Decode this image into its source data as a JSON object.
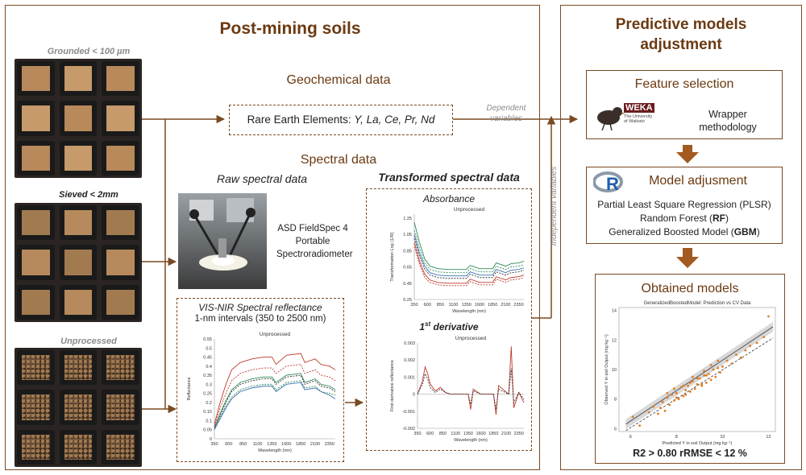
{
  "left_panel": {
    "title": "Post-mining soils",
    "photo_labels": {
      "grounded": "Grounded  < 100 µm",
      "sieved": "Sieved < 2mm",
      "unprocessed": "Unprocessed"
    },
    "geochem_title": "Geochemical data",
    "ree_label_prefix": "Rare Earth Elements: ",
    "ree_label_elements": "Y, La, Ce, Pr, Nd",
    "dependent_label": "Dependent variables",
    "independent_label": "Independent variables",
    "spectral_title": "Spectral data",
    "raw_title": "Raw spectral data",
    "transformed_title": "Transformed spectral data",
    "device_label": "ASD FieldSpec 4 Portable Spectroradiometer",
    "visnir_title": "VIS-NIR Spectral reflectance",
    "visnir_subtitle": "1-nm intervals (350 to 2500 nm)",
    "absorbance_title": "Absorbance",
    "derivative_title_sup": "1",
    "derivative_title_sup_suffix": "st",
    "derivative_title_rest": " derivative"
  },
  "right_panel": {
    "title": "Predictive models adjustment",
    "feature_title": "Feature selection",
    "weka_logo": "WEKA",
    "weka_sub": "The University of Waikato",
    "wrapper_label": "Wrapper methodology",
    "model_title": "Model adjusment",
    "r_logo": "R",
    "models": [
      {
        "text": "Partial Least Square Regression (PLSR)",
        "bold": ""
      },
      {
        "text": "Random Forest (",
        "bold": "RF",
        "after": ")"
      },
      {
        "text": "Generalized Boosted Model (",
        "bold": "GBM",
        "after": ")"
      }
    ],
    "obtained_title": "Obtained models",
    "metrics": "R2 > 0.80 rRMSE < 12 %"
  },
  "chart_data": [
    {
      "type": "line",
      "title": "Unprocessed",
      "xlabel": "Wavelength (nm)",
      "ylabel": "Reflectance",
      "x_ticks": [
        "350",
        "600",
        "850",
        "1100",
        "1350",
        "1600",
        "1850",
        "2100",
        "2350"
      ],
      "y_ticks": [
        "0",
        "0.05",
        "0.1",
        "0.15",
        "0.2",
        "0.25",
        "0.3",
        "0.35",
        "0.4",
        "0.45",
        "0.5",
        "0.55"
      ],
      "ylim": [
        0,
        0.55
      ],
      "x": [
        350,
        450,
        550,
        650,
        800,
        1000,
        1200,
        1350,
        1420,
        1600,
        1850,
        1920,
        2100,
        2200,
        2350,
        2450
      ],
      "series": [
        {
          "color": "#c0392b",
          "values": [
            0.08,
            0.2,
            0.3,
            0.38,
            0.42,
            0.44,
            0.45,
            0.45,
            0.41,
            0.46,
            0.47,
            0.42,
            0.44,
            0.41,
            0.4,
            0.38
          ]
        },
        {
          "color": "#c0392b",
          "values": [
            0.07,
            0.17,
            0.25,
            0.32,
            0.36,
            0.38,
            0.39,
            0.39,
            0.36,
            0.4,
            0.41,
            0.36,
            0.38,
            0.35,
            0.34,
            0.32
          ]
        },
        {
          "color": "#2e8b57",
          "values": [
            0.06,
            0.14,
            0.21,
            0.27,
            0.31,
            0.33,
            0.34,
            0.34,
            0.31,
            0.35,
            0.36,
            0.31,
            0.33,
            0.3,
            0.29,
            0.27
          ]
        },
        {
          "color": "#2e8b57",
          "values": [
            0.05,
            0.12,
            0.18,
            0.23,
            0.27,
            0.29,
            0.3,
            0.3,
            0.27,
            0.31,
            0.32,
            0.28,
            0.29,
            0.26,
            0.25,
            0.24
          ]
        },
        {
          "color": "#3a6fb0",
          "values": [
            0.05,
            0.11,
            0.17,
            0.22,
            0.26,
            0.28,
            0.29,
            0.29,
            0.26,
            0.3,
            0.31,
            0.27,
            0.28,
            0.26,
            0.24,
            0.22
          ]
        },
        {
          "color": "#333333",
          "values": [
            0.06,
            0.13,
            0.2,
            0.26,
            0.3,
            0.32,
            0.33,
            0.33,
            0.3,
            0.34,
            0.35,
            0.3,
            0.32,
            0.29,
            0.28,
            0.26
          ]
        }
      ]
    },
    {
      "type": "line",
      "title": "Unprocessed",
      "xlabel": "Wavelength (nm)",
      "ylabel": "Transformation Log (1/R)",
      "x_ticks": [
        "350",
        "600",
        "850",
        "1100",
        "1350",
        "1600",
        "1850",
        "2100",
        "2350"
      ],
      "y_ticks": [
        "0.25",
        "0.45",
        "0.65",
        "0.85",
        "1.05",
        "1.25"
      ],
      "ylim": [
        0.25,
        1.3
      ],
      "x": [
        350,
        450,
        550,
        650,
        800,
        1000,
        1200,
        1350,
        1420,
        1600,
        1850,
        1920,
        2100,
        2200,
        2350,
        2450
      ],
      "series": [
        {
          "color": "#2e8b57",
          "values": [
            1.2,
            0.95,
            0.75,
            0.66,
            0.63,
            0.62,
            0.62,
            0.62,
            0.67,
            0.63,
            0.63,
            0.7,
            0.66,
            0.69,
            0.7,
            0.72
          ]
        },
        {
          "color": "#2e8b57",
          "values": [
            1.1,
            0.88,
            0.7,
            0.62,
            0.59,
            0.58,
            0.58,
            0.58,
            0.63,
            0.59,
            0.59,
            0.66,
            0.62,
            0.65,
            0.66,
            0.68
          ]
        },
        {
          "color": "#3a6fb0",
          "values": [
            1.05,
            0.82,
            0.66,
            0.58,
            0.55,
            0.54,
            0.54,
            0.54,
            0.59,
            0.55,
            0.55,
            0.62,
            0.58,
            0.61,
            0.62,
            0.64
          ]
        },
        {
          "color": "#333333",
          "values": [
            1.0,
            0.78,
            0.62,
            0.55,
            0.52,
            0.51,
            0.51,
            0.51,
            0.56,
            0.52,
            0.52,
            0.59,
            0.55,
            0.58,
            0.59,
            0.61
          ]
        },
        {
          "color": "#c0392b",
          "values": [
            0.95,
            0.72,
            0.56,
            0.49,
            0.46,
            0.45,
            0.45,
            0.45,
            0.5,
            0.46,
            0.46,
            0.53,
            0.49,
            0.52,
            0.53,
            0.55
          ]
        },
        {
          "color": "#c0392b",
          "values": [
            0.9,
            0.68,
            0.52,
            0.46,
            0.43,
            0.42,
            0.42,
            0.42,
            0.47,
            0.43,
            0.43,
            0.5,
            0.46,
            0.49,
            0.5,
            0.52
          ]
        }
      ]
    },
    {
      "type": "line",
      "title": "Unprocessed",
      "xlabel": "Wavelength (nm)",
      "ylabel": "First derivative reflectance",
      "x_ticks": [
        "350",
        "600",
        "850",
        "1100",
        "1350",
        "1600",
        "1850",
        "2100",
        "2350"
      ],
      "y_ticks": [
        "-0.002",
        "-0.001",
        "0",
        "0.001",
        "0.002",
        "0.003"
      ],
      "ylim": [
        -0.002,
        0.003
      ],
      "x": [
        350,
        450,
        500,
        550,
        600,
        700,
        800,
        900,
        1000,
        1100,
        1350,
        1400,
        1450,
        1600,
        1850,
        1900,
        1950,
        2150,
        2200,
        2250,
        2350,
        2450
      ],
      "series": [
        {
          "color": "#c0392b",
          "values": [
            0.0,
            0.0008,
            0.0016,
            0.0012,
            0.0006,
            0.0002,
            0.0004,
            0.0001,
            0.0,
            0.0,
            0.0,
            -0.0009,
            0.0003,
            0.0,
            0.0,
            -0.0012,
            0.0005,
            0.0,
            0.0028,
            -0.0008,
            0.0001,
            -0.0005
          ]
        },
        {
          "color": "#333333",
          "values": [
            0.0,
            0.0006,
            0.0012,
            0.0009,
            0.0004,
            0.0001,
            0.0003,
            0.0001,
            0.0,
            0.0,
            0.0,
            -0.0006,
            0.0002,
            0.0,
            0.0,
            -0.0009,
            0.0003,
            0.0,
            0.0015,
            -0.0005,
            0.0001,
            -0.0003
          ]
        }
      ]
    },
    {
      "type": "scatter",
      "title": "GeneralizedBoostedModel: Prediction vs CV Data",
      "xlabel": "Predicted Y in soil Output (mg kg⁻¹)",
      "ylabel": "Observed Y in soil Output (mg kg⁻¹)",
      "x_ticks": [
        "6",
        "8",
        "10",
        "12"
      ],
      "y_ticks": [
        "6",
        "8",
        "10",
        "12",
        "14"
      ],
      "xlim": [
        5.5,
        12.3
      ],
      "ylim": [
        5.8,
        14.2
      ],
      "points_x": [
        6.1,
        6.4,
        6.8,
        7.0,
        7.2,
        7.4,
        7.5,
        7.6,
        7.7,
        7.8,
        7.9,
        8.0,
        8.1,
        8.2,
        8.3,
        8.4,
        8.5,
        8.6,
        8.7,
        8.8,
        8.9,
        9.0,
        9.1,
        9.2,
        9.3,
        9.4,
        9.5,
        9.6,
        9.7,
        9.8,
        9.9,
        10.0,
        10.2,
        10.4,
        10.6,
        10.8,
        11.0,
        11.2,
        11.5,
        11.8,
        12.0,
        7.3,
        7.9,
        8.3,
        8.7,
        9.1,
        9.5,
        8.0,
        8.6,
        9.2,
        9.8,
        7.6,
        8.4,
        8.9,
        9.3
      ],
      "points_y": [
        6.8,
        6.2,
        7.1,
        7.5,
        7.0,
        7.8,
        7.2,
        8.1,
        7.6,
        8.3,
        7.9,
        8.4,
        8.0,
        8.8,
        8.2,
        8.6,
        8.9,
        8.5,
        9.2,
        8.7,
        9.0,
        9.4,
        8.9,
        9.6,
        9.1,
        9.7,
        9.3,
        10.0,
        9.5,
        10.1,
        9.8,
        10.2,
        10.6,
        10.4,
        11.0,
        10.8,
        11.3,
        11.6,
        11.8,
        12.2,
        13.6,
        7.4,
        8.7,
        8.9,
        9.5,
        9.0,
        10.3,
        8.1,
        9.1,
        9.9,
        10.6,
        8.4,
        8.3,
        9.4,
        9.6
      ],
      "fit_line": [
        [
          5.8,
          6.3
        ],
        [
          12.2,
          12.9
        ]
      ]
    }
  ]
}
